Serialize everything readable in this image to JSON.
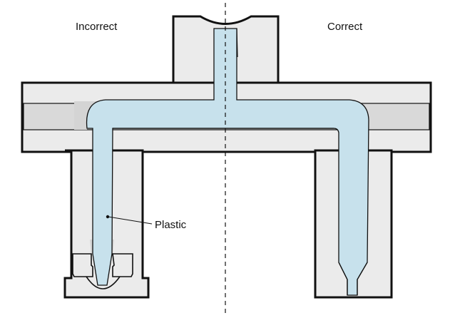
{
  "labels": {
    "incorrect": "Incorrect",
    "correct": "Correct",
    "plastic": "Plastic"
  },
  "colors": {
    "steel": "#ebebeb",
    "steel_dark": "#d9d9d9",
    "plastic": "#c7e1ec",
    "plastic_shadow": "#d4d4d4",
    "outline": "#111111"
  }
}
